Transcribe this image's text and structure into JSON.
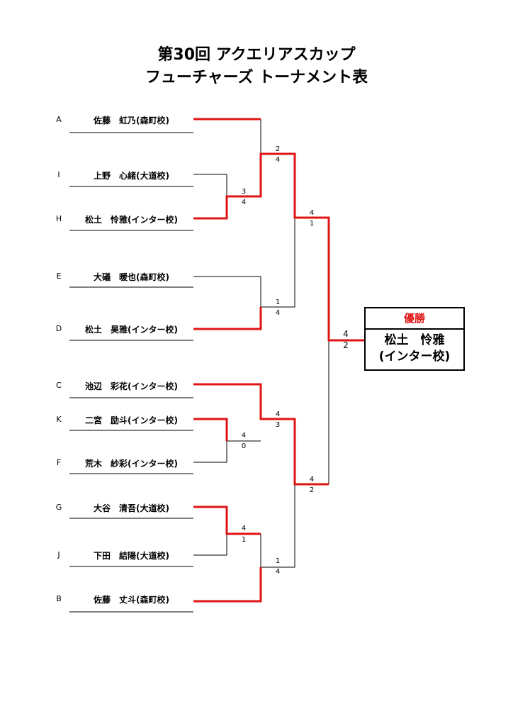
{
  "title": {
    "line1": "第30回 アクエリアスカップ",
    "line2": "フューチャーズ トーナメント表"
  },
  "entries": [
    {
      "seed": "A",
      "name": "佐藤　虹乃(森町校)"
    },
    {
      "seed": "I",
      "name": "上野　心緒(大道校)"
    },
    {
      "seed": "H",
      "name": "松土　怜雅(インター校)"
    },
    {
      "seed": "E",
      "name": "大礒　暖也(森町校)"
    },
    {
      "seed": "D",
      "name": "松土　昊雅(インター校)"
    },
    {
      "seed": "C",
      "name": "池辺　彩花(インター校)"
    },
    {
      "seed": "K",
      "name": "二宮　励斗(インター校)"
    },
    {
      "seed": "F",
      "name": "荒木　紗彩(インター校)"
    },
    {
      "seed": "G",
      "name": "大谷　清吾(大道校)"
    },
    {
      "seed": "J",
      "name": "下田　結陽(大道校)"
    },
    {
      "seed": "B",
      "name": "佐藤　丈斗(森町校)"
    }
  ],
  "scores": {
    "m_ih": [
      "3",
      "4"
    ],
    "m_a": [
      "2",
      "4"
    ],
    "m_ed": [
      "1",
      "4"
    ],
    "sf_top": [
      "4",
      "1"
    ],
    "m_kf": [
      "4",
      "0"
    ],
    "m_c": [
      "4",
      "3"
    ],
    "m_gj": [
      "4",
      "1"
    ],
    "m_b": [
      "1",
      "4"
    ],
    "sf_bottom": [
      "4",
      "2"
    ],
    "final": [
      "4",
      "2"
    ]
  },
  "champion": {
    "heading": "優勝",
    "name": "松土　怜雅",
    "school": "(インター校)"
  },
  "colors": {
    "winner_line": "#e01414",
    "line": "#000000"
  }
}
